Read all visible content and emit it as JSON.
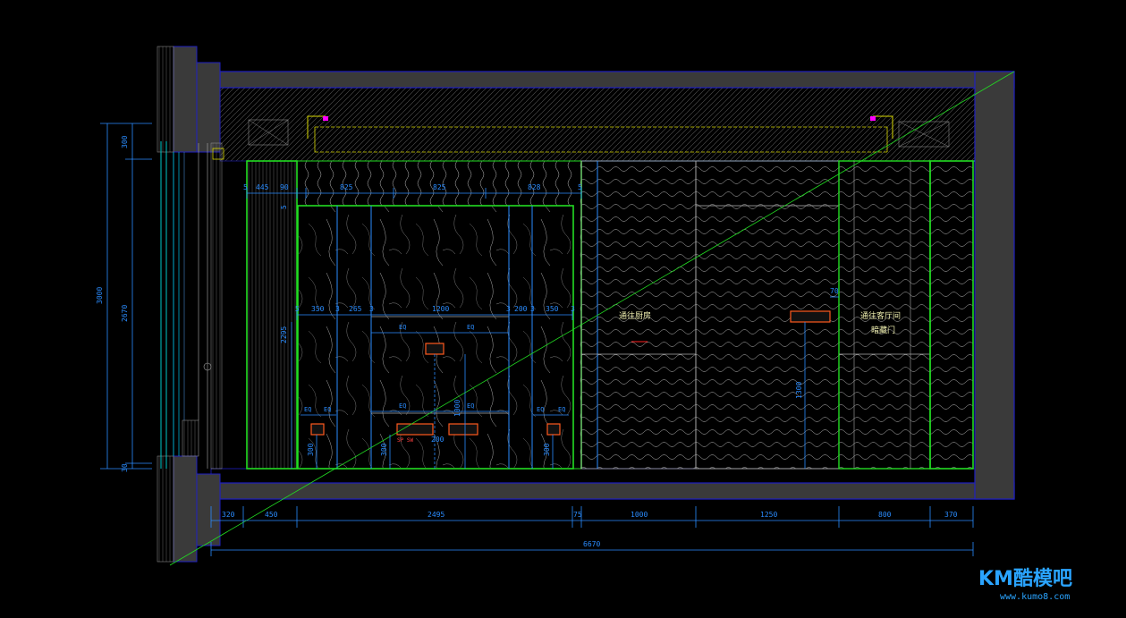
{
  "drawing": {
    "colors": {
      "background": "#000000",
      "structure": "#2020c0",
      "wall_fill": "#3a3a3a",
      "panel_green": "#22dd22",
      "dimension": "#2a8cff",
      "socket": "#ff5a1e",
      "ceiling_yellow": "#d8d800",
      "marker_magenta": "#ff00ff"
    },
    "bottom_dims": [
      "320",
      "450",
      "2495",
      "75",
      "1000",
      "1250",
      "800",
      "370"
    ],
    "overall_dim": "6670",
    "left_dims": {
      "total": "3000",
      "upper": "300",
      "middle": "2670",
      "lower": "30"
    },
    "top_dims": [
      "5",
      "445",
      "90",
      "825",
      "825",
      "828",
      "5"
    ],
    "row_dims": [
      "5",
      "350",
      "3",
      "265",
      "3",
      "1200",
      "3",
      "200",
      "3",
      "350",
      "3"
    ],
    "vertical_dims": {
      "panel_height": "2295",
      "inner_left": "5",
      "tv_height": "1000",
      "socket_height": "1300",
      "socket_small": "300",
      "small_70": "70",
      "small_200": "200",
      "small_30": "30"
    },
    "eq_labels": [
      "EQ",
      "EQ",
      "EQ",
      "EQ",
      "EQ",
      "EQ",
      "EQ",
      "EQ"
    ],
    "labels": {
      "kitchen_door": "通往厨房",
      "bedroom_door_line1": "通往客厅间",
      "bedroom_door_line2": "暗藏门"
    },
    "icons": [
      "wall-socket-icon",
      "section-marker-icon",
      "tv-outlet-icon"
    ]
  },
  "watermark": {
    "brand": "KM酷模吧",
    "url": "www.kumo8.com"
  }
}
